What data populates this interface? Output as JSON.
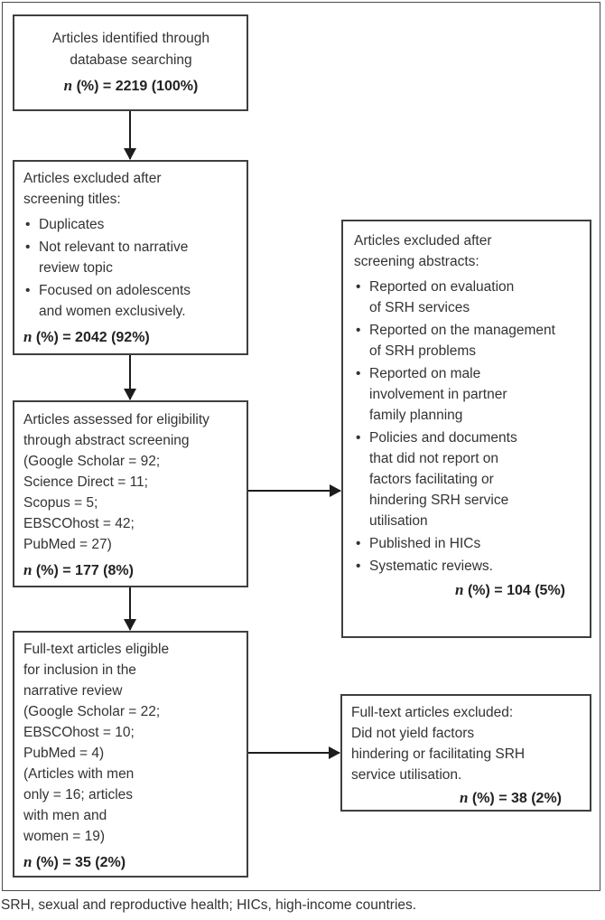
{
  "figure": {
    "type": "flow-diagram",
    "caption": "SRH, sexual and reproductive health; HICs, high-income countries.",
    "colors": {
      "box_border": "#3f3f3f",
      "outer_border": "#4a4a4a",
      "text": "#333333",
      "arrow": "#1c1c1c",
      "background": "#ffffff"
    }
  },
  "boxes": {
    "identified": {
      "text": "Articles identified through\ndatabase searching",
      "n_label": "n",
      "value": "(%) = 2219 (100%)"
    },
    "excluded_titles": {
      "title": "Articles excluded after\nscreening titles:",
      "bullets": [
        "Duplicates",
        "Not relevant to narrative\nreview topic",
        "Focused on adolescents\nand women exclusively."
      ],
      "n_label": "n",
      "value": "(%) = 2042 (92%)"
    },
    "assessed": {
      "text": "Articles assessed for eligibility\nthrough abstract screening\n(Google Scholar = 92;\nScience Direct = 11;\nScopus = 5;\nEBSCOhost = 42;\nPubMed = 27)",
      "n_label": "n",
      "value": "(%) = 177 (8%)"
    },
    "excluded_abstracts": {
      "title": "Articles excluded after\nscreening abstracts:",
      "bullets": [
        "Reported on evaluation\nof SRH services",
        "Reported on the management\nof SRH problems",
        "Reported on male\ninvolvement in partner\nfamily planning",
        "Policies and documents\nthat did not report on\nfactors facilitating or\nhindering SRH service\nutilisation",
        "Published in HICs",
        "Systematic reviews."
      ],
      "n_label": "n",
      "value": "(%) = 104 (5%)"
    },
    "fulltext_eligible": {
      "text": "Full-text articles eligible\nfor inclusion in the\nnarrative review\n(Google Scholar = 22;\nEBSCOhost = 10;\nPubMed = 4)\n(Articles with men\nonly = 16; articles\nwith men and\nwomen = 19)",
      "n_label": "n",
      "value": "(%) = 35 (2%)"
    },
    "fulltext_excluded": {
      "text": "Full-text articles excluded:\nDid not yield factors\nhindering or facilitating SRH\nservice utilisation.",
      "n_label": "n",
      "value": "(%) = 38 (2%)"
    }
  }
}
